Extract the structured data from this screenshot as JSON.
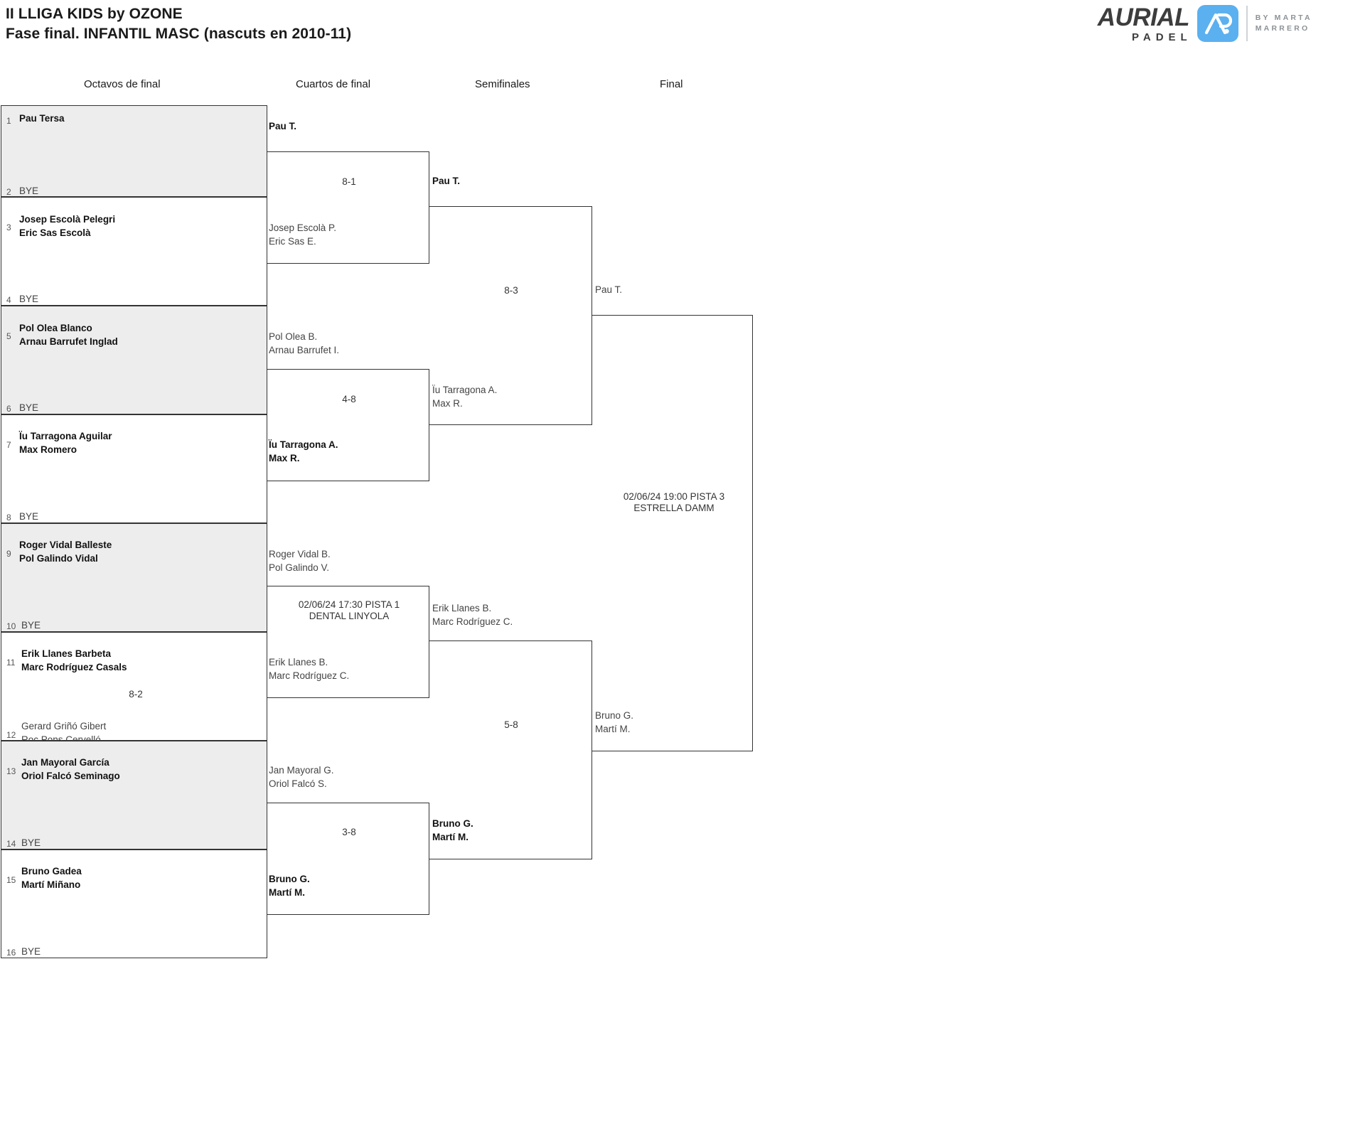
{
  "header": {
    "title_line1": "II LLIGA KIDS by OZONE",
    "title_line2": "Fase final. INFANTIL MASC (nascuts en 2010-11)"
  },
  "logo": {
    "brand": "AURIAL",
    "sub": "PADEL",
    "mark": "AP",
    "by_line1": "BY  MARTA",
    "by_line2": "MARRERO",
    "accent": "#5bb0ef"
  },
  "rounds": [
    {
      "key": "octavos",
      "label": "Octavos de final"
    },
    {
      "key": "cuartos",
      "label": "Cuartos de final"
    },
    {
      "key": "semis",
      "label": "Semifinales"
    },
    {
      "key": "final",
      "label": "Final"
    }
  ],
  "bracket": {
    "round16": {
      "slots": [
        {
          "seed": "1",
          "line1": "Pau Tersa",
          "line2": "",
          "winner": true,
          "bye": false
        },
        {
          "seed": "2",
          "line1": "BYE",
          "line2": "",
          "winner": false,
          "bye": true
        },
        {
          "seed": "3",
          "line1": "Josep Escolà Pelegri",
          "line2": "Eric Sas Escolà",
          "winner": true,
          "bye": false
        },
        {
          "seed": "4",
          "line1": "BYE",
          "line2": "",
          "winner": false,
          "bye": true
        },
        {
          "seed": "5",
          "line1": "Pol Olea Blanco",
          "line2": "Arnau Barrufet Inglad",
          "winner": true,
          "bye": false
        },
        {
          "seed": "6",
          "line1": "BYE",
          "line2": "",
          "winner": false,
          "bye": true
        },
        {
          "seed": "7",
          "line1": "Ïu Tarragona Aguilar",
          "line2": "Max Romero",
          "winner": true,
          "bye": false
        },
        {
          "seed": "8",
          "line1": "BYE",
          "line2": "",
          "winner": false,
          "bye": true
        },
        {
          "seed": "9",
          "line1": "Roger Vidal Balleste",
          "line2": "Pol Galindo Vidal",
          "winner": true,
          "bye": false
        },
        {
          "seed": "10",
          "line1": "BYE",
          "line2": "",
          "winner": false,
          "bye": true
        },
        {
          "seed": "11",
          "line1": "Erik Llanes Barbeta",
          "line2": "Marc Rodríguez Casals",
          "winner": true,
          "bye": false
        },
        {
          "seed": "12",
          "line1": "Gerard Griñó Gibert",
          "line2": "Roc Pons Cervelló",
          "winner": false,
          "bye": false
        },
        {
          "seed": "13",
          "line1": "Jan Mayoral García",
          "line2": "Oriol Falcó Seminago",
          "winner": true,
          "bye": false
        },
        {
          "seed": "14",
          "line1": "BYE",
          "line2": "",
          "winner": false,
          "bye": true
        },
        {
          "seed": "15",
          "line1": "Bruno Gadea",
          "line2": "Martí Miñano",
          "winner": true,
          "bye": false
        },
        {
          "seed": "16",
          "line1": "BYE",
          "line2": "",
          "winner": false,
          "bye": true
        }
      ],
      "scores": [
        "",
        "",
        "",
        "",
        "8-2",
        "",
        "",
        ""
      ]
    },
    "quarters": [
      {
        "top": {
          "line1": "Pau T.",
          "line2": "",
          "winner": true
        },
        "bottom": {
          "line1": "Josep Escolà P.",
          "line2": "Eric Sas E.",
          "winner": false
        },
        "score": "8-1",
        "sched1": "",
        "sched2": ""
      },
      {
        "top": {
          "line1": "Pol Olea B.",
          "line2": "Arnau Barrufet I.",
          "winner": false
        },
        "bottom": {
          "line1": "Ïu Tarragona A.",
          "line2": "Max R.",
          "winner": true
        },
        "score": "4-8",
        "sched1": "",
        "sched2": ""
      },
      {
        "top": {
          "line1": "Roger Vidal B.",
          "line2": "Pol Galindo V.",
          "winner": false
        },
        "bottom": {
          "line1": "Erik Llanes B.",
          "line2": "Marc Rodríguez C.",
          "winner": false
        },
        "score": "",
        "sched1": "02/06/24 17:30 PISTA 1",
        "sched2": "DENTAL LINYOLA"
      },
      {
        "top": {
          "line1": "Jan Mayoral G.",
          "line2": "Oriol Falcó S.",
          "winner": false
        },
        "bottom": {
          "line1": "Bruno G.",
          "line2": "Martí M.",
          "winner": true
        },
        "score": "3-8",
        "sched1": "",
        "sched2": ""
      }
    ],
    "semis": [
      {
        "top": {
          "line1": "Pau T.",
          "line2": "",
          "winner": true
        },
        "bottom": {
          "line1": "Ïu Tarragona A.",
          "line2": "Max R.",
          "winner": false
        },
        "score": "8-3",
        "sched1": "",
        "sched2": ""
      },
      {
        "top": {
          "line1": "Erik Llanes B.",
          "line2": "Marc Rodríguez C.",
          "winner": false
        },
        "bottom": {
          "line1": "Bruno G.",
          "line2": "Martí M.",
          "winner": true
        },
        "score": "5-8",
        "sched1": "",
        "sched2": ""
      }
    ],
    "final": {
      "top": {
        "line1": "Pau T.",
        "line2": "",
        "winner": false
      },
      "bottom": {
        "line1": "Bruno G.",
        "line2": "Martí M.",
        "winner": false
      },
      "score": "",
      "sched1": "02/06/24 19:00 PISTA 3",
      "sched2": "ESTRELLA DAMM"
    }
  }
}
